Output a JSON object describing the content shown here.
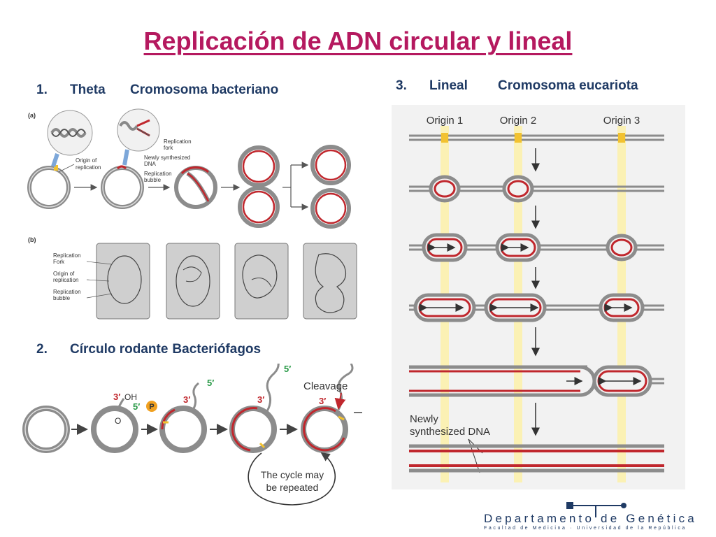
{
  "title": "Replicación de ADN circular y lineal",
  "sections": {
    "theta": {
      "number": "1.",
      "name": "Theta",
      "subtitle": "Cromosoma bacteriano"
    },
    "rolling": {
      "number": "2.",
      "name": "Círculo rodante",
      "subtitle": "Bacteriófagos"
    },
    "linear": {
      "number": "3.",
      "name": "Lineal",
      "subtitle": "Cromosoma eucariota"
    }
  },
  "theta_figure": {
    "panel_a_label": "(a)",
    "panel_b_label": "(b)",
    "labels_a": {
      "origin_line1": "Origin of",
      "origin_line2": "replication",
      "fork_line1": "Replication",
      "fork_line2": "fork",
      "newly_line1": "Newly synthesized",
      "newly_line2": "DNA",
      "bubble_line1": "Replication",
      "bubble_line2": "bubble"
    },
    "labels_b": {
      "fork_line1": "Replication",
      "fork_line2": "Fork",
      "origin_line1": "Origin of",
      "origin_line2": "replication",
      "bubble_line1": "Replication",
      "bubble_line2": "bubble"
    }
  },
  "rolling_figure": {
    "three_prime": "3′",
    "five_prime": "5′",
    "oh": "OH",
    "o": "O",
    "p": "P",
    "cleavage": "Cleavage",
    "cycle_line1": "The cycle may",
    "cycle_line2": "be repeated"
  },
  "linear_figure": {
    "origins": [
      "Origin 1",
      "Origin 2",
      "Origin 3"
    ],
    "newly_line1": "Newly",
    "newly_line2": "synthesized DNA"
  },
  "footer": {
    "department": "Departamento de Genética",
    "faculty": "Facultad de Medicina · Universidad de la República"
  },
  "colors": {
    "title": "#b5195f",
    "heading": "#1f3a64",
    "dna_gray": "#8c8c8c",
    "new_dna": "#c0272d",
    "origin_yellow": "#f5e27a"
  }
}
